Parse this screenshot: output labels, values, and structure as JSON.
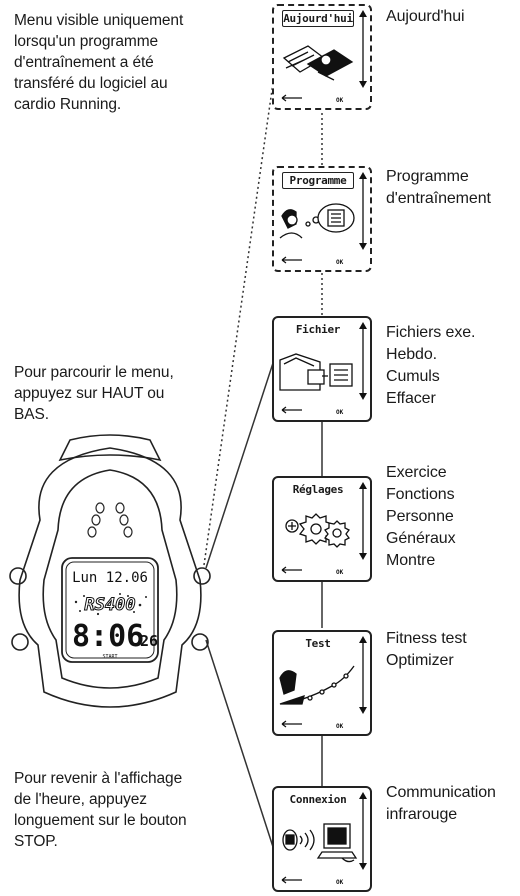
{
  "notes": {
    "menu_visible": "Menu visible uniquement\nlorsqu'un programme\nd'entraînement a été\ntransféré du logiciel au\ncardio Running.",
    "browse": "Pour parcourir le menu,\nappuyez sur HAUT ou\nBAS.",
    "return": "Pour revenir à l'affichage\nde l'heure, appuyez\nlonguement sur le bouton\nSTOP."
  },
  "watch": {
    "date": "Lun 12.06",
    "model": "RS400",
    "time": "8:06",
    "seconds": "26",
    "start_label": "START"
  },
  "menu": [
    {
      "screen_title": "Aujourd'hui",
      "description": "Aujourd'hui",
      "icon": "calendar-icon"
    },
    {
      "screen_title": "Programme",
      "description": "Programme\nd'entraînement",
      "icon": "training-program-icon"
    },
    {
      "screen_title": "Fichier",
      "description": "Fichiers exe.\nHebdo.\nCumuls\nEffacer",
      "icon": "file-icon"
    },
    {
      "screen_title": "Réglages",
      "description": "Exercice\nFonctions\nPersonne\nGénéraux\nMontre",
      "icon": "settings-gears-icon"
    },
    {
      "screen_title": "Test",
      "description": "Fitness test\nOptimizer",
      "icon": "fitness-test-icon"
    },
    {
      "screen_title": "Connexion",
      "description": "Communication\ninfrarouge",
      "icon": "infrared-connection-icon"
    }
  ],
  "screen_footer": {
    "ok_label": "OK",
    "back_icon": "back-arrow-icon"
  },
  "scroll_icon": "up-down-arrow-icon"
}
